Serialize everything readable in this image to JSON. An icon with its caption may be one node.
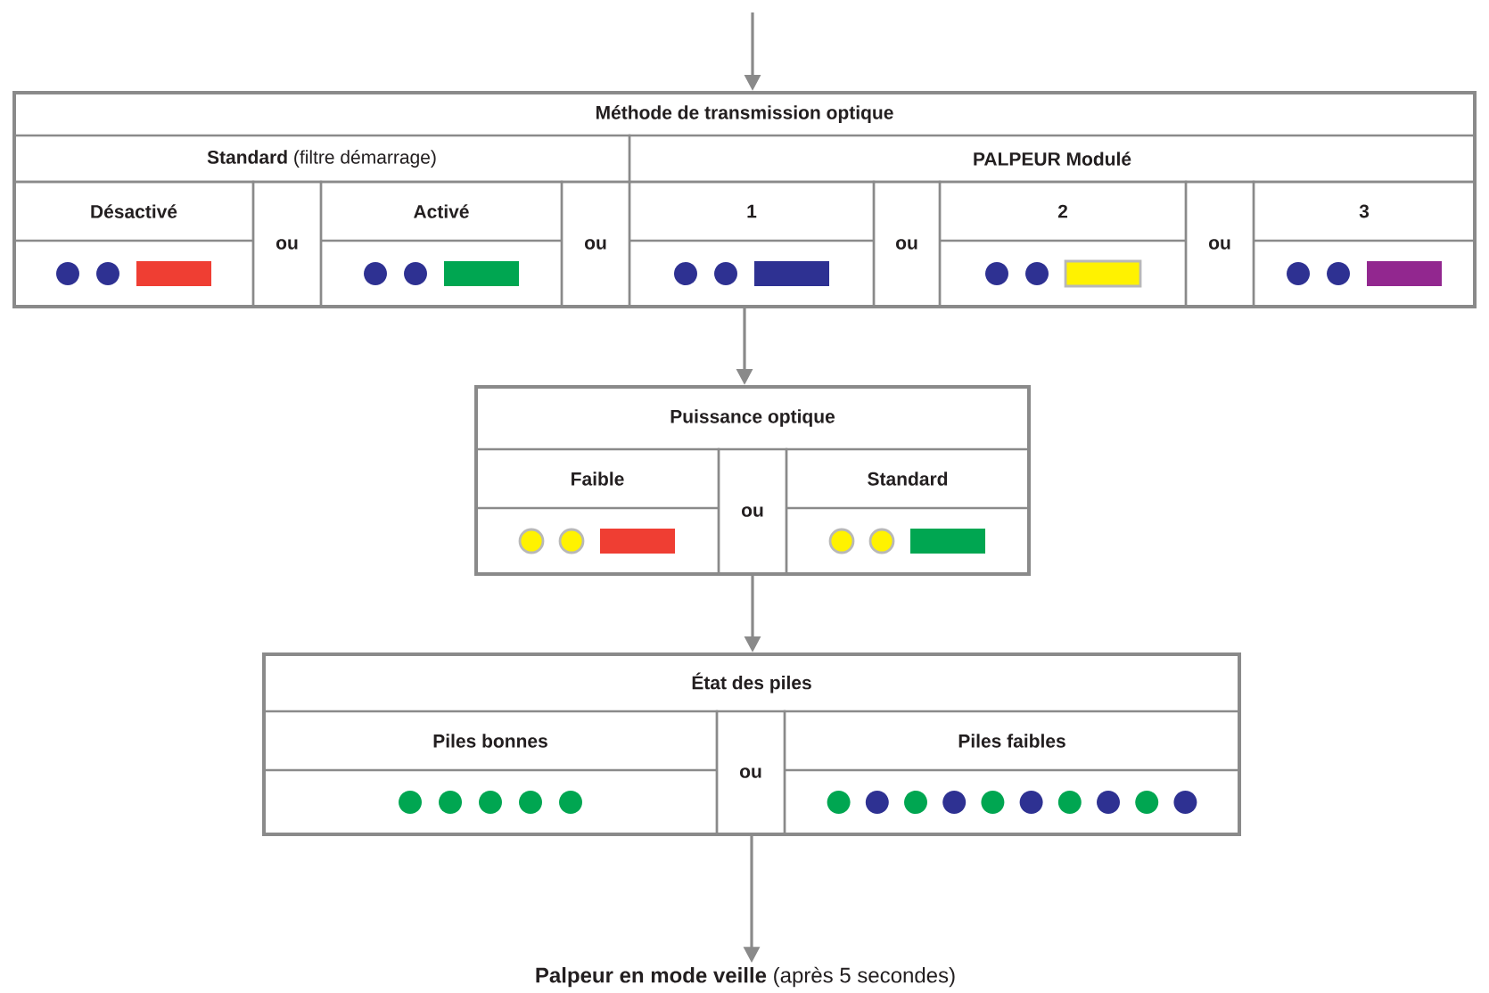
{
  "diagram": {
    "nodes": [
      {
        "text": [
          "Méthode de transmission optique"
        ]
      },
      {
        "text": [
          "**Standard** (filtre démarrage)"
        ],
        "in": 0
      },
      {
        "text": [
          "PALPEUR Modulé"
        ],
        "in": 0
      },
      {
        "text": [
          "Désactivé"
        ],
        "in": 0
      },
      {
        "text": [
          "ou"
        ],
        "in": 0
      },
      {
        "text": [
          "Activé"
        ],
        "in": 0
      },
      {
        "text": [
          "ou"
        ],
        "in": 0
      },
      {
        "text": [
          "1"
        ],
        "in": 0
      },
      {
        "text": [
          "ou"
        ],
        "in": 0
      },
      {
        "text": [
          "2"
        ],
        "in": 0
      },
      {
        "text": [
          "ou"
        ],
        "in": 0
      },
      {
        "text": [
          "3"
        ],
        "in": 0
      },
      {
        "text": [
          "Puissance optique"
        ]
      },
      {
        "text": [
          "Faible"
        ],
        "in": 12
      },
      {
        "text": [
          "ou"
        ],
        "in": 12
      },
      {
        "text": [
          "Standard"
        ],
        "in": 12
      },
      {
        "text": [
          "État des piles"
        ]
      },
      {
        "text": [
          "Piles bonnes"
        ],
        "in": 16
      },
      {
        "text": [
          "ou"
        ],
        "in": 16
      },
      {
        "text": [
          "Piles faibles"
        ],
        "in": 16
      },
      {
        "text": [
          "**Palpeur en mode veille** (après 5 secondes)"
        ]
      }
    ],
    "edges": [
      {
        "from": null,
        "to": 0,
        "arrow": "to"
      },
      {
        "from": 0,
        "to": 12,
        "arrow": "to"
      },
      {
        "from": 12,
        "to": 16,
        "arrow": "to"
      },
      {
        "from": 16,
        "to": 20,
        "arrow": "to"
      }
    ]
  }
}
